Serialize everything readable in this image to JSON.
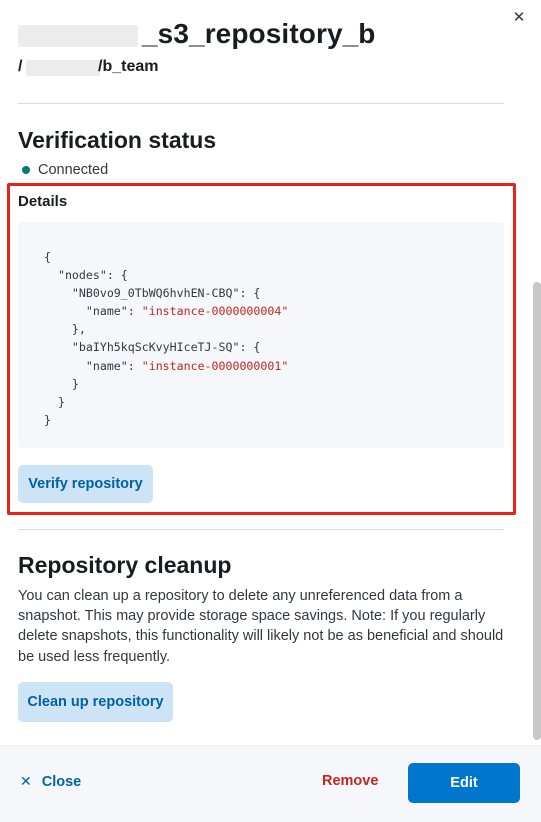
{
  "header": {
    "title_visible": "_s3_repository_b",
    "path_prefix": "/",
    "path_visible": "/b_team",
    "close_icon": "close-icon"
  },
  "verification": {
    "heading": "Verification status",
    "status": "Connected",
    "status_color": "#017d73",
    "details_label": "Details",
    "code_lines": [
      {
        "pre": "{",
        "str": "",
        "post": ""
      },
      {
        "pre": "  \"nodes\": {",
        "str": "",
        "post": ""
      },
      {
        "pre": "    \"NB0vo9_0TbWQ6hvhEN-CBQ\": {",
        "str": "",
        "post": ""
      },
      {
        "pre": "      \"name\": ",
        "str": "\"instance-0000000004\"",
        "post": ""
      },
      {
        "pre": "    },",
        "str": "",
        "post": ""
      },
      {
        "pre": "    \"baIYh5kqScKvyHIceTJ-SQ\": {",
        "str": "",
        "post": ""
      },
      {
        "pre": "      \"name\": ",
        "str": "\"instance-0000000001\"",
        "post": ""
      },
      {
        "pre": "    }",
        "str": "",
        "post": ""
      },
      {
        "pre": "  }",
        "str": "",
        "post": ""
      },
      {
        "pre": "}",
        "str": "",
        "post": ""
      }
    ],
    "verify_button": "Verify repository"
  },
  "cleanup": {
    "heading": "Repository cleanup",
    "description": "You can clean up a repository to delete any unreferenced data from a snapshot. This may provide storage space savings. Note: If you regularly delete snapshots, this functionality will likely not be as beneficial and should be used less frequently.",
    "button": "Clean up repository"
  },
  "footer": {
    "close_label": "Close",
    "remove_label": "Remove",
    "edit_label": "Edit"
  },
  "colors": {
    "primary": "#0077cc",
    "danger": "#bd271e",
    "highlight": "#e8231c"
  }
}
